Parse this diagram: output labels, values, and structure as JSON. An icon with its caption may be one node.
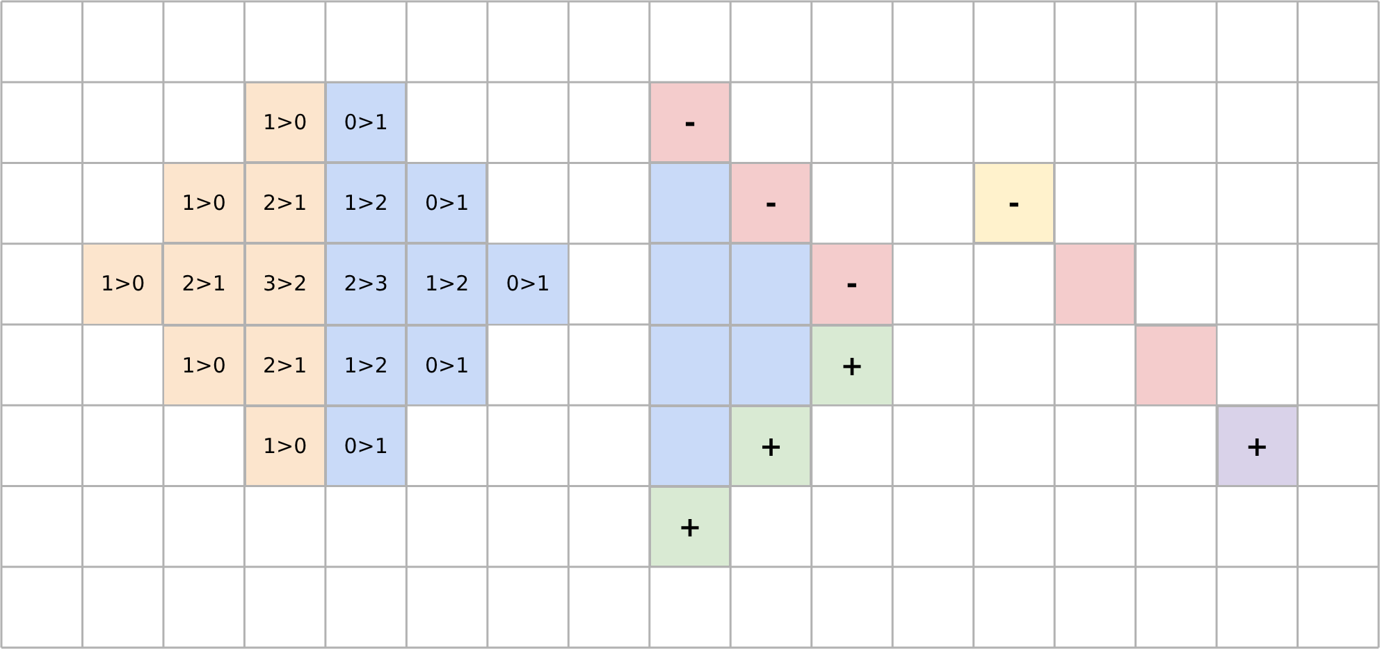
{
  "diagram": {
    "nodes": [
      {
        "text": [
          "1>0"
        ]
      },
      {
        "text": [
          "0>1"
        ]
      },
      {
        "text": [
          "-"
        ]
      },
      {
        "text": [
          "1>0"
        ]
      },
      {
        "text": [
          "2>1"
        ]
      },
      {
        "text": [
          "1>2"
        ]
      },
      {
        "text": [
          "0>1"
        ]
      },
      {
        "text": [],
        "shape": "box"
      },
      {
        "text": [
          "-"
        ]
      },
      {
        "text": [
          "-"
        ]
      },
      {
        "text": [
          "1>0"
        ]
      },
      {
        "text": [
          "2>1"
        ]
      },
      {
        "text": [
          "3>2"
        ]
      },
      {
        "text": [
          "2>3"
        ]
      },
      {
        "text": [
          "1>2"
        ]
      },
      {
        "text": [
          "0>1"
        ]
      },
      {
        "text": [],
        "shape": "box"
      },
      {
        "text": [],
        "shape": "box"
      },
      {
        "text": [
          "-"
        ]
      },
      {
        "text": [],
        "shape": "box"
      },
      {
        "text": [
          "1>0"
        ]
      },
      {
        "text": [
          "2>1"
        ]
      },
      {
        "text": [
          "1>2"
        ]
      },
      {
        "text": [
          "0>1"
        ]
      },
      {
        "text": [],
        "shape": "box"
      },
      {
        "text": [],
        "shape": "box"
      },
      {
        "text": [
          "+"
        ]
      },
      {
        "text": [],
        "shape": "box"
      },
      {
        "text": [
          "1>0"
        ]
      },
      {
        "text": [
          "0>1"
        ]
      },
      {
        "text": [],
        "shape": "box"
      },
      {
        "text": [
          "+"
        ]
      },
      {
        "text": [
          "+"
        ]
      },
      {
        "text": [
          "+"
        ]
      }
    ]
  }
}
